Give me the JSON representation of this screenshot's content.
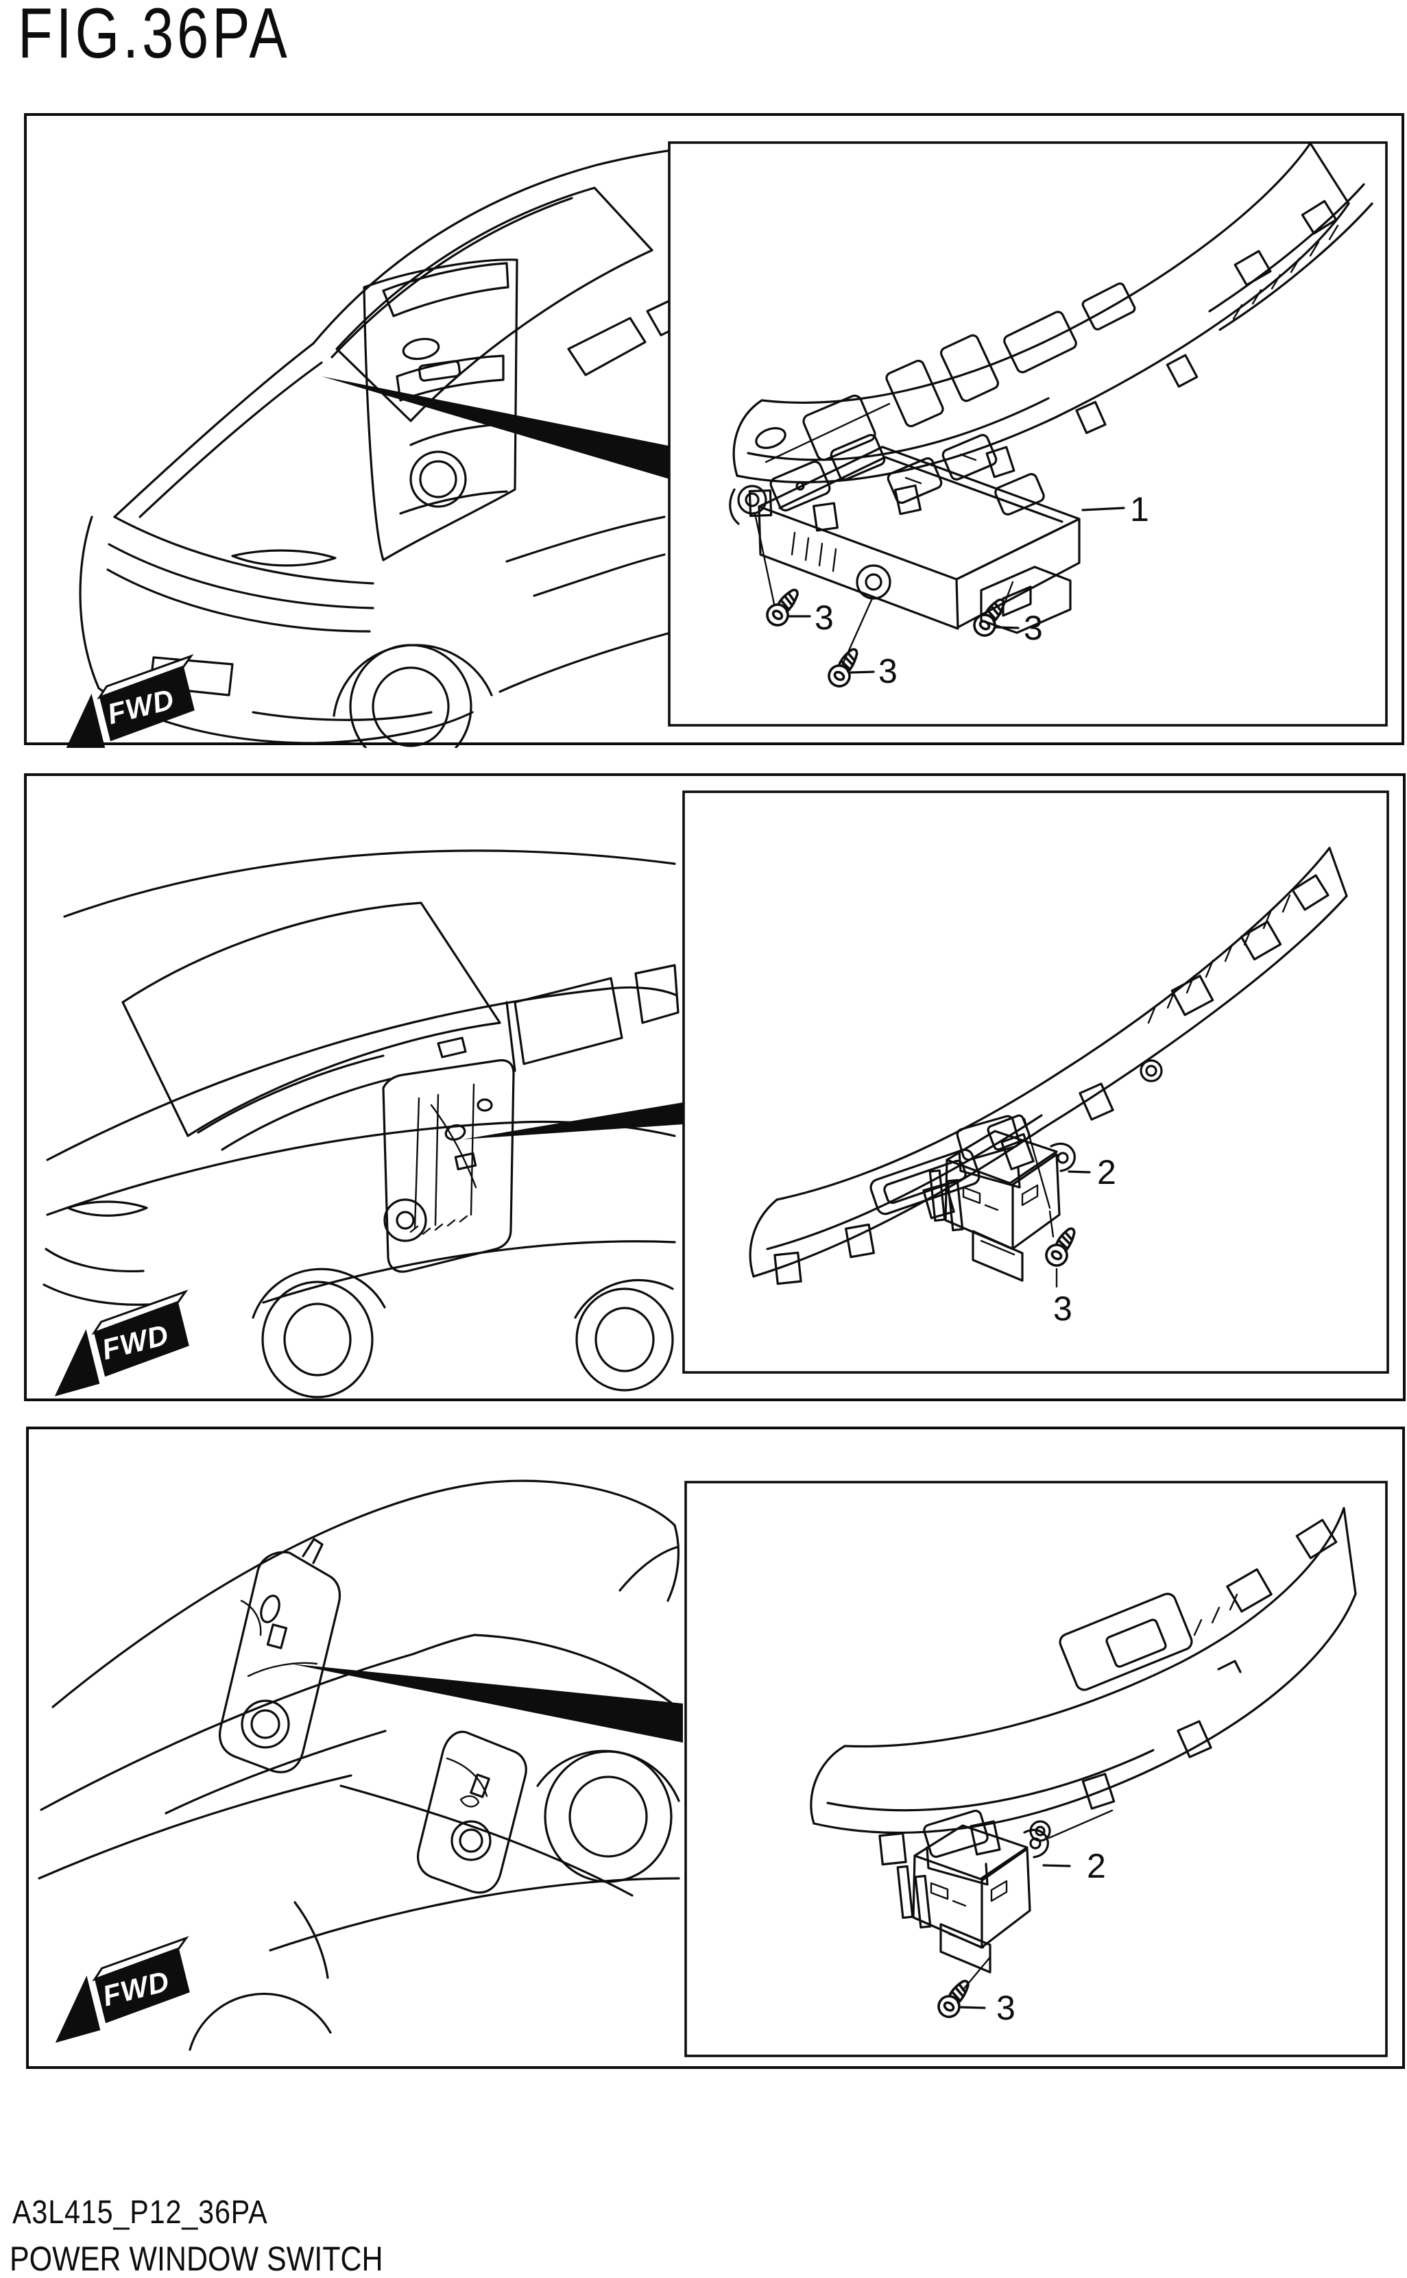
{
  "figure_title": "FIG.36PA",
  "direction_label": "FWD",
  "panels": [
    {
      "id": "panel-1",
      "part_callout": "1",
      "screw_callout": "3"
    },
    {
      "id": "panel-2",
      "part_callout": "2",
      "screw_callout": "3"
    },
    {
      "id": "panel-3",
      "part_callout": "2",
      "screw_callout": "3"
    }
  ],
  "footer": {
    "drawing_code": "A3L415_P12_36PA",
    "part_title": "POWER WINDOW SWITCH"
  }
}
